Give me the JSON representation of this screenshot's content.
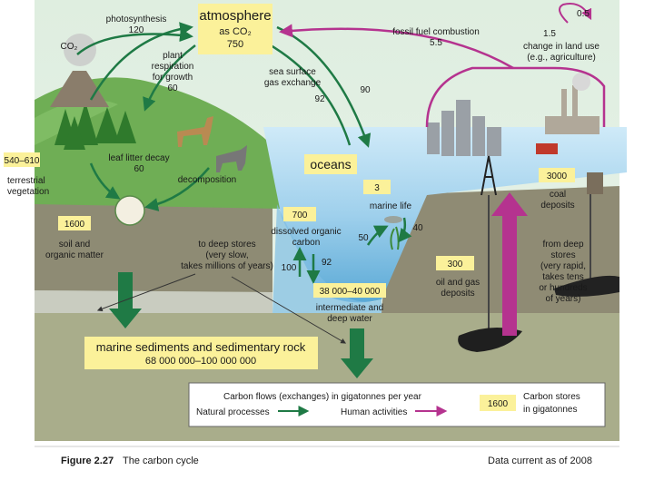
{
  "atmosphere": {
    "title": "atmosphere",
    "sub": "as CO₂",
    "value": "750"
  },
  "photosynthesis": {
    "label": "photosynthesis",
    "value": "120"
  },
  "volcano_co2": "CO₂",
  "plant_respiration": {
    "l1": "plant",
    "l2": "respiration",
    "l3": "for growth",
    "value": "60"
  },
  "sea_surface": {
    "l1": "sea surface",
    "l2": "gas exchange",
    "value": "92"
  },
  "ocean_to_air": "90",
  "fossil_fuel": {
    "label": "fossil fuel combustion",
    "value": "5.5"
  },
  "land_use": {
    "value_top": "0.5",
    "value": "1.5",
    "l1": "change in land use",
    "l2": "(e.g., agriculture)"
  },
  "terrestrial": {
    "value": "540–610",
    "l1": "terrestrial",
    "l2": "vegetation"
  },
  "leaf_litter": {
    "label": "leaf litter decay",
    "value": "60"
  },
  "decomposition": "decomposition",
  "oceans": "oceans",
  "marine_life": {
    "value": "3",
    "label": "marine life",
    "in": "50",
    "out": "40"
  },
  "coal": {
    "value": "3000",
    "l1": "coal",
    "l2": "deposits"
  },
  "soil": {
    "value": "1600",
    "l1": "soil and",
    "l2": "organic matter"
  },
  "deep_stores_slow": {
    "l1": "to deep stores",
    "l2": "(very slow,",
    "l3": "takes millions of years)"
  },
  "dissolved": {
    "value": "700",
    "l1": "dissolved organic",
    "l2": "carbon"
  },
  "down_flow": "92",
  "up_flow": "100",
  "intermediate": {
    "value": "38 000–40 000",
    "l1": "intermediate and",
    "l2": "deep water"
  },
  "oil_gas": {
    "value": "300",
    "l1": "oil and gas",
    "l2": "deposits"
  },
  "deep_fast": {
    "l1": "from deep",
    "l2": "stores",
    "l3": "(very rapid,",
    "l4": "takes tens",
    "l5": "or hundreds",
    "l6": "of years)"
  },
  "sediments": {
    "l1": "marine sediments and sedimentary rock",
    "l2": "68 000 000–100 000 000"
  },
  "legend": {
    "flows": "Carbon flows (exchanges) in gigatonnes per year",
    "natural": "Natural processes",
    "human": "Human activities",
    "sample_value": "1600",
    "stores_l1": "Carbon stores",
    "stores_l2": "in gigatonnes"
  },
  "caption": {
    "fig": "Figure 2.27",
    "title": "The carbon cycle",
    "note": "Data current as of 2008"
  },
  "colors": {
    "natural_arrow": "#1f7a45",
    "human_arrow": "#b5338f",
    "label_box": "#fbf19a",
    "sky": "#dcebd9",
    "sea": "#9fd0ec"
  }
}
